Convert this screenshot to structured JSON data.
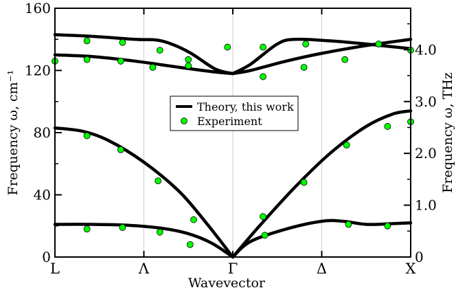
{
  "chart_data": {
    "type": "line",
    "title": "",
    "xlabel": "Wavevector",
    "ylabel": "Frequency ω, cm⁻¹",
    "y2label": "Frequency ω, THz",
    "xlim": [
      0,
      2
    ],
    "ylim": [
      0,
      160
    ],
    "y2lim": [
      0,
      4.8
    ],
    "x_ticks": [
      {
        "x": 0,
        "label": "L"
      },
      {
        "x": 0.5,
        "label": "Λ"
      },
      {
        "x": 1.0,
        "label": "Γ"
      },
      {
        "x": 1.5,
        "label": "Δ"
      },
      {
        "x": 2.0,
        "label": "X"
      }
    ],
    "y_ticks": [
      0,
      40,
      80,
      120,
      160
    ],
    "y2_ticks": [
      {
        "v": 0,
        "label": "0"
      },
      {
        "v": 1.0,
        "label": "1.0"
      },
      {
        "v": 2.0,
        "label": "2.0"
      },
      {
        "v": 3.0,
        "label": "3.0"
      },
      {
        "v": 4.0,
        "label": "4.0"
      }
    ],
    "grid": "vertical-at-symmetry-points",
    "legend_position": "center",
    "series": [
      {
        "name": "Theory, this work",
        "kind": "line",
        "color": "#000000",
        "branches": [
          [
            [
              0,
              21
            ],
            [
              0.2,
              21
            ],
            [
              0.4,
              20.5
            ],
            [
              0.6,
              18.5
            ],
            [
              0.75,
              15
            ],
            [
              0.88,
              9
            ],
            [
              1.0,
              0
            ]
          ],
          [
            [
              0,
              83
            ],
            [
              0.15,
              81
            ],
            [
              0.3,
              75
            ],
            [
              0.5,
              61
            ],
            [
              0.7,
              42
            ],
            [
              0.85,
              22
            ],
            [
              1.0,
              0
            ]
          ],
          [
            [
              0,
              130
            ],
            [
              0.2,
              129
            ],
            [
              0.45,
              126
            ],
            [
              0.7,
              122
            ],
            [
              0.9,
              119
            ],
            [
              1.0,
              118
            ]
          ],
          [
            [
              0,
              143
            ],
            [
              0.2,
              142
            ],
            [
              0.45,
              140
            ],
            [
              0.6,
              139
            ],
            [
              0.75,
              132
            ],
            [
              0.9,
              121
            ],
            [
              1.0,
              118
            ]
          ],
          [
            [
              1.0,
              0
            ],
            [
              1.1,
              10
            ],
            [
              1.3,
              18
            ],
            [
              1.5,
              23
            ],
            [
              1.62,
              23
            ],
            [
              1.75,
              21
            ],
            [
              1.9,
              21.5
            ],
            [
              2.0,
              22
            ]
          ],
          [
            [
              1.0,
              0
            ],
            [
              1.15,
              20
            ],
            [
              1.35,
              45
            ],
            [
              1.55,
              67
            ],
            [
              1.75,
              84
            ],
            [
              1.9,
              92
            ],
            [
              2.0,
              94
            ]
          ],
          [
            [
              1.0,
              118
            ],
            [
              1.1,
              120
            ],
            [
              1.3,
              126
            ],
            [
              1.5,
              131
            ],
            [
              1.75,
              136
            ],
            [
              2.0,
              140
            ]
          ],
          [
            [
              1.0,
              118
            ],
            [
              1.1,
              124
            ],
            [
              1.25,
              137
            ],
            [
              1.35,
              140
            ],
            [
              1.55,
              139
            ],
            [
              1.75,
              137
            ],
            [
              2.0,
              134
            ]
          ]
        ]
      },
      {
        "name": "Experiment",
        "kind": "scatter",
        "color": "#00ff00",
        "points": [
          [
            0.0,
            126
          ],
          [
            0.18,
            127
          ],
          [
            0.18,
            139
          ],
          [
            0.37,
            126
          ],
          [
            0.38,
            138
          ],
          [
            0.55,
            122
          ],
          [
            0.59,
            133
          ],
          [
            0.75,
            127
          ],
          [
            0.75,
            123
          ],
          [
            0.97,
            135
          ],
          [
            1.17,
            116
          ],
          [
            1.17,
            135
          ],
          [
            1.4,
            122
          ],
          [
            1.41,
            137
          ],
          [
            1.63,
            127
          ],
          [
            1.82,
            137
          ],
          [
            2.0,
            133
          ],
          [
            0.18,
            78
          ],
          [
            0.37,
            69
          ],
          [
            0.58,
            49
          ],
          [
            0.78,
            24
          ],
          [
            1.17,
            26
          ],
          [
            1.4,
            48
          ],
          [
            1.64,
            72
          ],
          [
            1.87,
            84
          ],
          [
            2.0,
            87
          ],
          [
            0.18,
            18
          ],
          [
            0.38,
            19
          ],
          [
            0.59,
            16
          ],
          [
            0.76,
            8
          ],
          [
            1.18,
            14
          ],
          [
            1.65,
            21
          ],
          [
            1.87,
            20
          ]
        ]
      }
    ]
  }
}
